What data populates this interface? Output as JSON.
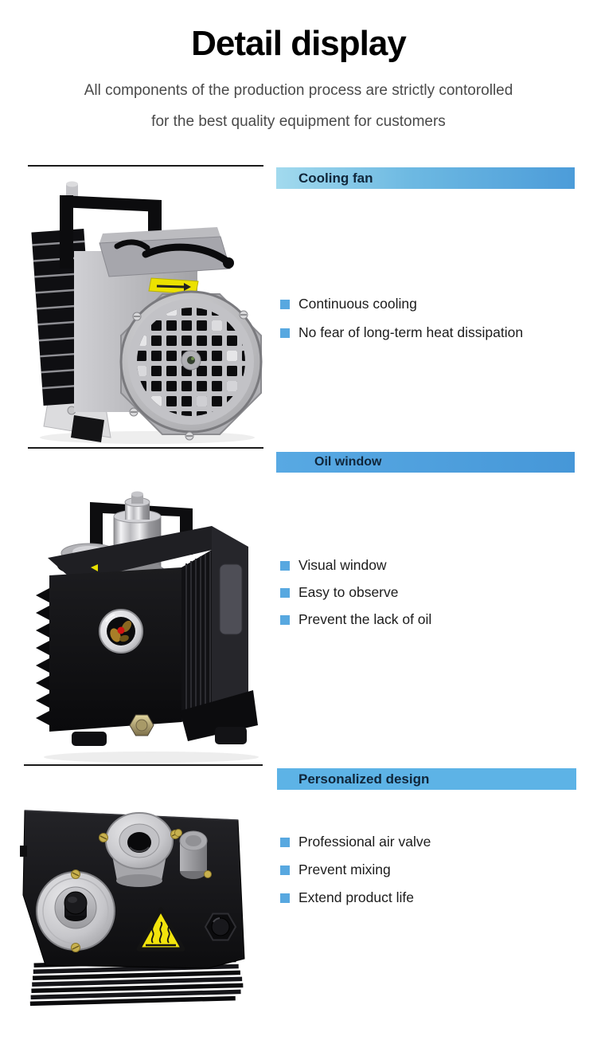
{
  "header": {
    "title": "Detail display",
    "subtitle_line1": "All components of the production process are strictly contorolled",
    "subtitle_line2": "for the best quality equipment for customers"
  },
  "colors": {
    "bar_gradient_start": "#a2daee",
    "bar_gradient_end": "#4c9cd9",
    "bar_solid_blue": "#5db3e6",
    "bullet_blue": "#58a8e0",
    "bar_text": "#10263a",
    "body_text": "#1c1c1c",
    "subtitle_text": "#4a4a4a",
    "warning_yellow": "#f2e40c"
  },
  "sections": [
    {
      "label": "Cooling fan",
      "photo": "vacuum-pump-cooling-fan-photo",
      "bullets": [
        "Continuous cooling",
        "No fear of long-term heat dissipation"
      ]
    },
    {
      "label": "Oil window",
      "photo": "vacuum-pump-oil-window-photo",
      "bullets": [
        "Visual window",
        "Easy to observe",
        "Prevent the lack of oil"
      ]
    },
    {
      "label": "Personalized design",
      "photo": "vacuum-pump-top-valves-photo",
      "bullets": [
        "Professional air valve",
        "Prevent mixing",
        "Extend product life"
      ]
    }
  ]
}
